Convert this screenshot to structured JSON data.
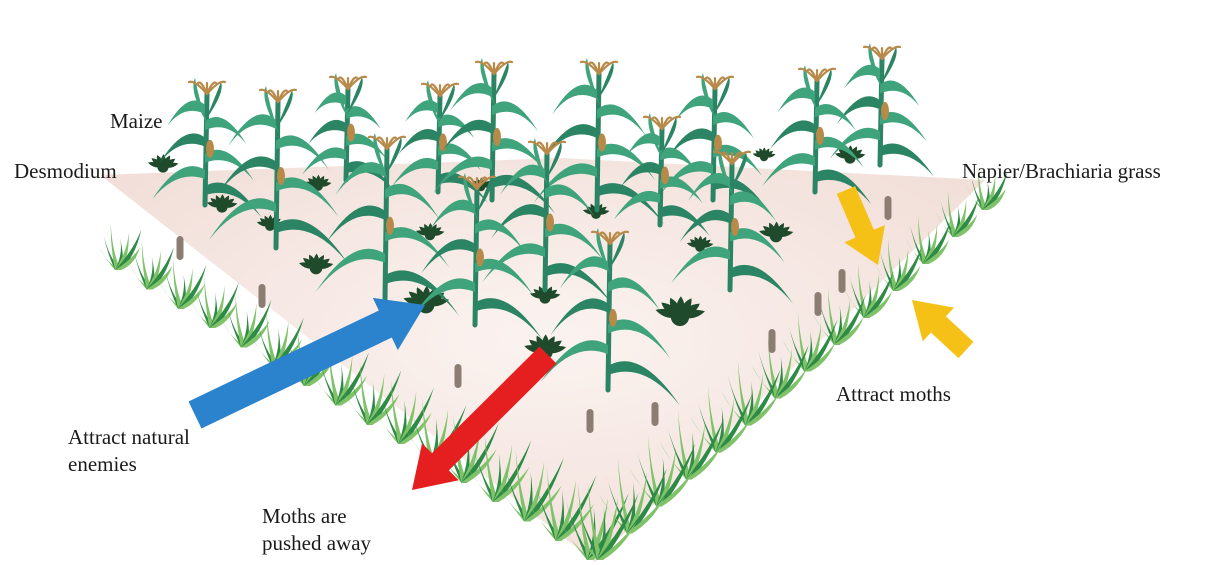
{
  "labels": {
    "maize": "Maize",
    "desmodium": "Desmodium",
    "napier": "Napier/Brachiaria grass",
    "attract_moths": "Attract moths",
    "natural_enemies_line1": "Attract natural",
    "natural_enemies_line2": "enemies",
    "pushed_line1": "Moths are",
    "pushed_line2": "pushed away"
  },
  "colors": {
    "maize_leaf": "#3fa37c",
    "maize_leaf_dark": "#2b8463",
    "tassel": "#b88a4a",
    "desmodium": "#1f4a2c",
    "grass": "#2e8b45",
    "grass_light": "#7fc26a",
    "ground": "#f7ebe6",
    "arrow_enemies": "#2a83cc",
    "arrow_pushed": "#e51f1f",
    "arrow_moths": "#f5c116",
    "seed_head": "#8c7d72"
  },
  "icons": [
    "maize-plant-icon",
    "desmodium-plant-icon",
    "grass-clump-icon"
  ]
}
